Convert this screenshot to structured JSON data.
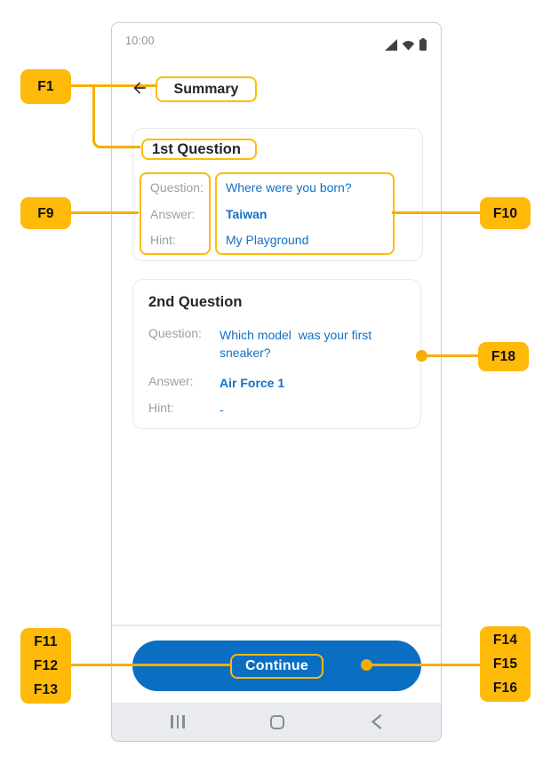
{
  "colors": {
    "amber": "#FFB908",
    "connector": "#F5AE00",
    "link-blue": "#1470C4",
    "button-blue": "#0A6EC2",
    "label-gray": "#99A0A8",
    "text-dark": "#22262C",
    "status-gray": "#8E949C",
    "card-border": "#E8EAEC",
    "frame-border": "#C9CCCF",
    "nav-bg": "#E9EBEE",
    "nav-icon": "#878D95",
    "separator": "#E7E9EB"
  },
  "phone": {
    "status_bar": {
      "time": "10:00"
    },
    "header": {
      "title": "Summary"
    },
    "cards": [
      {
        "title": "1st Question",
        "rows": [
          {
            "label": "Question:",
            "value": "Where were you born?"
          },
          {
            "label": "Answer:",
            "value": "Taiwan"
          },
          {
            "label": "Hint:",
            "value": "My Playground"
          }
        ]
      },
      {
        "title": "2nd Question",
        "rows": [
          {
            "label": "Question:",
            "value": "Which model  was your first sneaker?"
          },
          {
            "label": "Answer:",
            "value": "Air Force 1"
          },
          {
            "label": "Hint:",
            "value": "-"
          }
        ]
      }
    ],
    "continue_button": {
      "label": "Continue"
    }
  },
  "annotations": {
    "f1": "F1",
    "f9": "F9",
    "f10": "F10",
    "f18": "F18",
    "f11_13": "F11\nF12\nF13",
    "f14_16": "F14\nF15\nF16"
  }
}
